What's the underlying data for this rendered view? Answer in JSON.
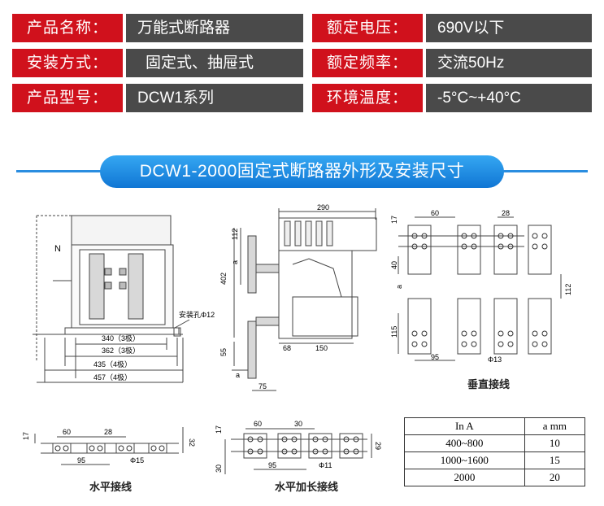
{
  "specs": [
    {
      "label": "产品名称：",
      "value": "万能式断路器"
    },
    {
      "label": "额定电压：",
      "value": "690V以下"
    },
    {
      "label": "安装方式：",
      "value": "固定式、抽屉式"
    },
    {
      "label": "额定频率：",
      "value": "交流50Hz"
    },
    {
      "label": "产品型号：",
      "value": "DCW1系列"
    },
    {
      "label": "环境温度：",
      "value": "-5°C~+40°C"
    }
  ],
  "banner": "DCW1-2000固定式断路器外形及安装尺寸",
  "front": {
    "n": "N",
    "hole": "安装孔Φ12",
    "d1": "340（3极）",
    "d2": "362（3极）",
    "d3": "435（4极）",
    "d4": "457（4极）"
  },
  "side": {
    "w290": "290",
    "h402": "402",
    "h112": "112",
    "h55": "55",
    "a1": "a",
    "a2": "a",
    "w68": "68",
    "w150": "150",
    "w75": "75"
  },
  "vert": {
    "d17": "17",
    "d60": "60",
    "d28": "28",
    "d40": "40",
    "a": "a",
    "d112": "112",
    "d115": "115",
    "d95": "95",
    "hole": "Φ13",
    "caption": "垂直接线"
  },
  "horiz": {
    "d17": "17",
    "d60": "60",
    "d28": "28",
    "d32": "32",
    "d95": "95",
    "hole": "Φ15",
    "caption": "水平接线"
  },
  "ext": {
    "d17": "17",
    "d60": "60",
    "d30": "30",
    "d29": "29",
    "d30b": "30",
    "d95": "95",
    "hole": "Φ11",
    "caption": "水平加长接线"
  },
  "table": {
    "head": [
      "In  A",
      "a  mm"
    ],
    "rows": [
      [
        "400~800",
        "10"
      ],
      [
        "1000~1600",
        "15"
      ],
      [
        "2000",
        "20"
      ]
    ]
  }
}
